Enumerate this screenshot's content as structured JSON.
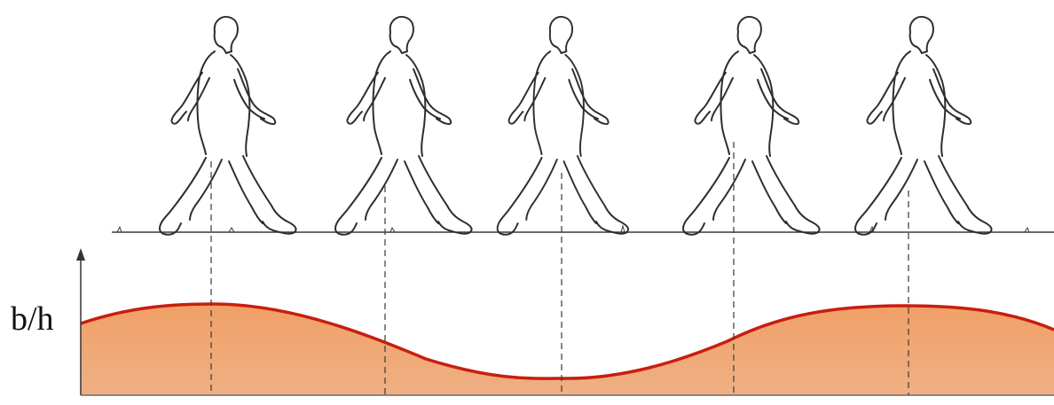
{
  "diagram": {
    "axis_label": "b/h",
    "colors": {
      "curve": "#c81e10",
      "fill_top": "#f3a36b",
      "fill_bottom": "#efae7e",
      "line": "#3a3a3a"
    },
    "figures": [
      "walker-1",
      "walker-2",
      "walker-3",
      "walker-4",
      "walker-5"
    ]
  }
}
